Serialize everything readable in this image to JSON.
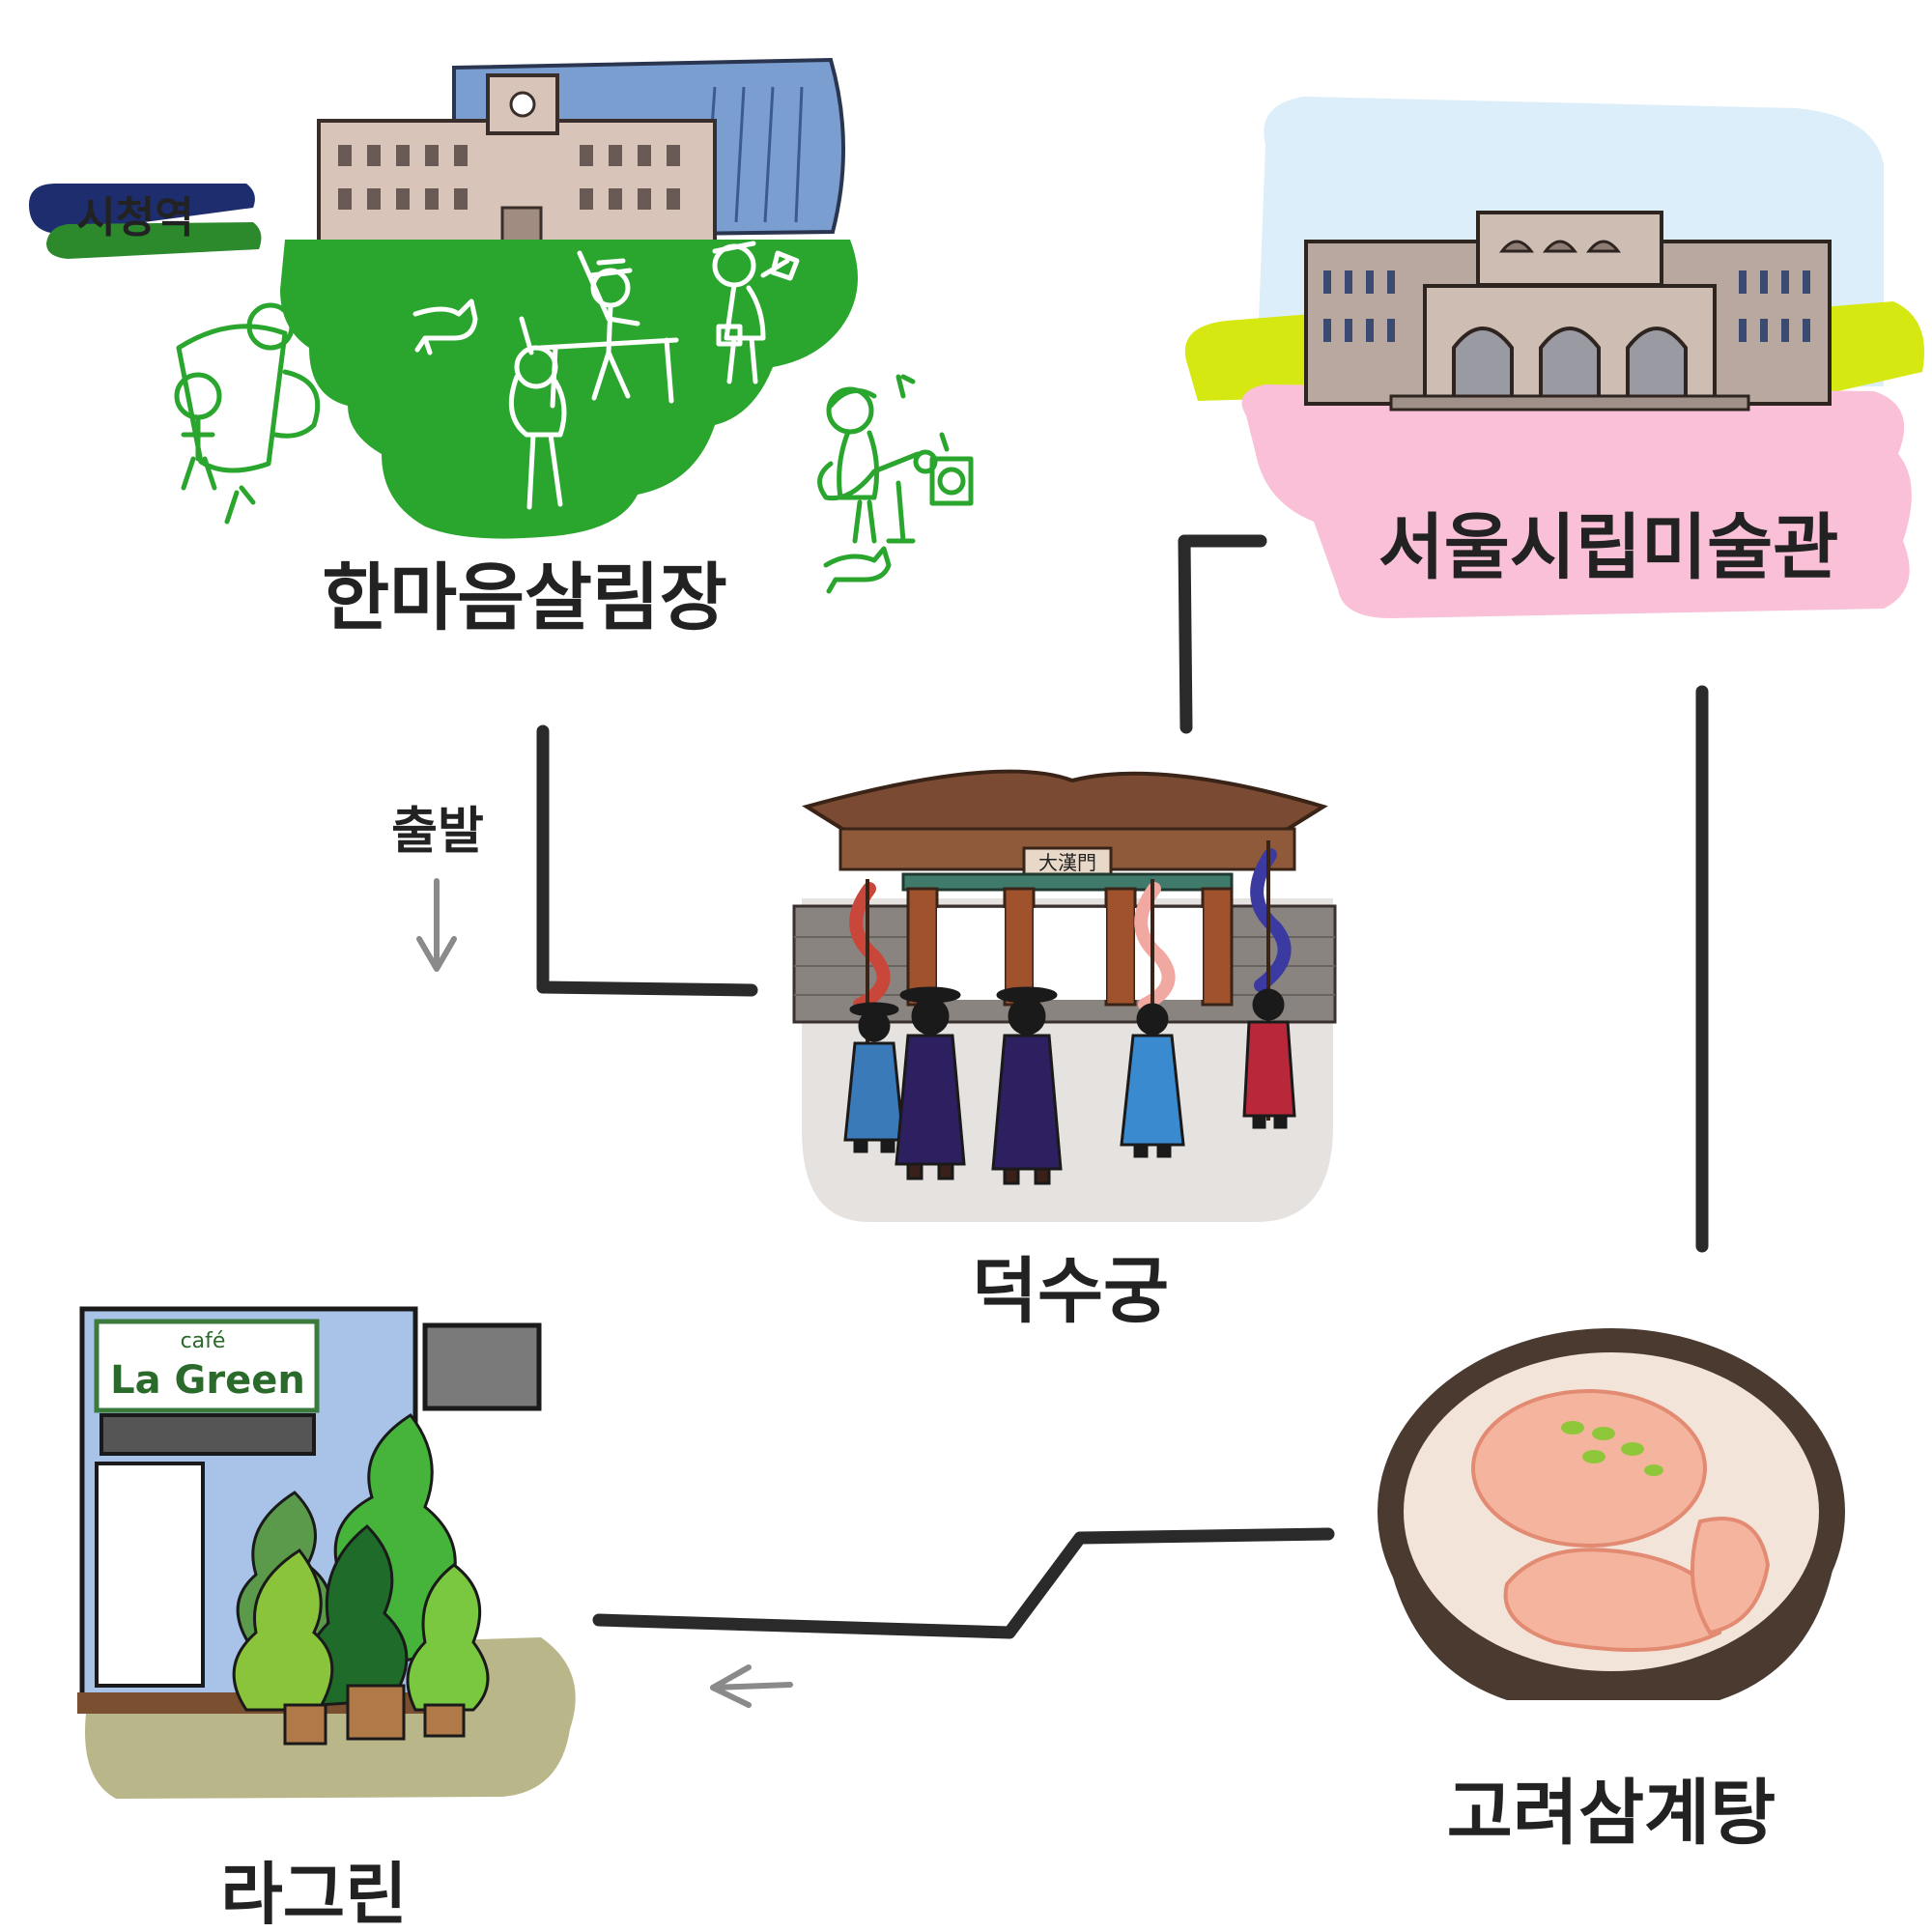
{
  "stops": {
    "station_badge": "시청역",
    "plaza": "한마음살림장",
    "museum": "서울시립미술관",
    "palace": "덕수궁",
    "samgyetang": "고려삼계탕",
    "cafe": "라그린"
  },
  "start_label": "출발",
  "palace_sign": "大漢門",
  "cafe_sign": {
    "small": "café",
    "big": "La Green"
  },
  "colors": {
    "route": "#2a2a2a",
    "plaza_green": "#2aa62e",
    "museum_pink": "#fac0d8",
    "museum_sky": "#dceef9",
    "lime": "#d6e812",
    "badge_navy": "#1e2d6e",
    "badge_green": "#2c8a2c",
    "palace_roof": "#7a4a32",
    "cafe_blue": "#a9c2e8",
    "bowl": "#4a3a30",
    "broth": "#f3e4da",
    "chicken": "#f4b49e"
  },
  "icons": [
    "arrow-down-icon",
    "arrow-left-icon"
  ]
}
